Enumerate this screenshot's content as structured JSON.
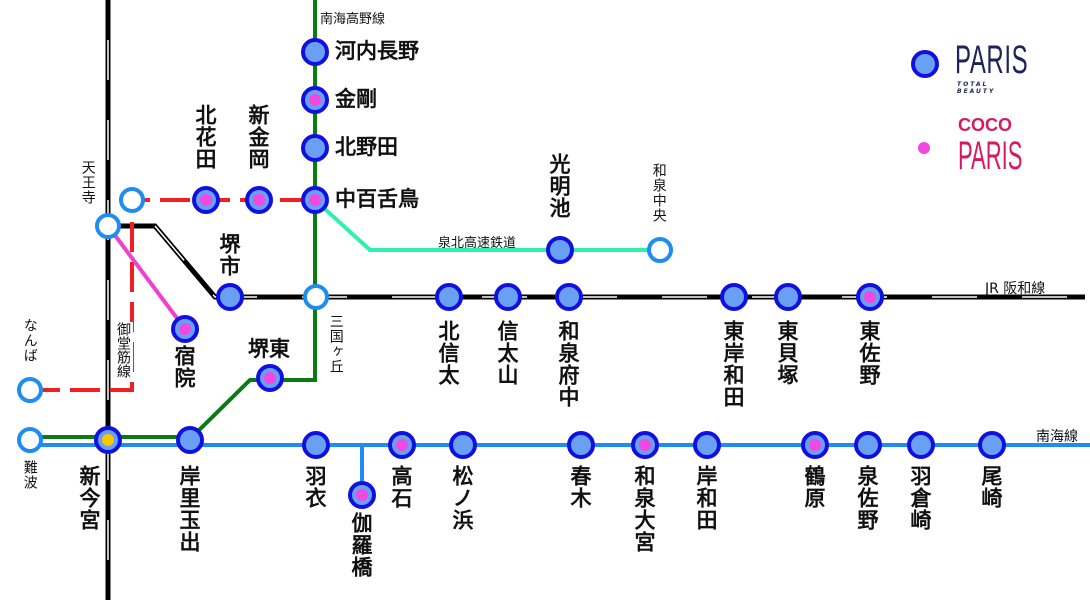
{
  "legend": {
    "paris_logo": "PARIS",
    "paris_sub": "TOTAL BEAUTY",
    "coco_logo": "COCO",
    "coco_paris_logo": "PARIS"
  },
  "line_labels": {
    "nankai_koya": "南海高野線",
    "semboku": "泉北高速鉄道",
    "jr_hanwa": "JR 阪和線",
    "nankai_main": "南海線",
    "midosuji": "御堂筋線"
  },
  "colors": {
    "nankai_koya": "#0a7a12",
    "semboku": "#2ef0b0",
    "jr": "#000000",
    "midosuji": "#f02020",
    "hankai": "#f040d0",
    "nankai_main": "#1e8cf0",
    "paris_store": "#6aa0f4",
    "coco_store": "#f048e0"
  },
  "stations": [
    {
      "id": "kawachinagano",
      "name": "河内長野",
      "type": "paris"
    },
    {
      "id": "kongo",
      "name": "金剛",
      "type": "coco"
    },
    {
      "id": "kitanoda",
      "name": "北野田",
      "type": "paris"
    },
    {
      "id": "nakamozu",
      "name": "中百舌鳥",
      "type": "coco"
    },
    {
      "id": "kitahanada",
      "name": "北花田",
      "type": "coco"
    },
    {
      "id": "shinkanaoka",
      "name": "新金岡",
      "type": "coco"
    },
    {
      "id": "tennoji",
      "name": "天王寺",
      "type": "open"
    },
    {
      "id": "tennoji_m",
      "name": "",
      "type": "open"
    },
    {
      "id": "komyoike",
      "name": "光明池",
      "type": "paris"
    },
    {
      "id": "izumichuo",
      "name": "和泉中央",
      "type": "open"
    },
    {
      "id": "sakaishi",
      "name": "堺市",
      "type": "paris"
    },
    {
      "id": "mikunigaoka",
      "name": "三国ヶ丘",
      "type": "open"
    },
    {
      "id": "kitashinoda",
      "name": "北信太",
      "type": "paris"
    },
    {
      "id": "shinodayama",
      "name": "信太山",
      "type": "paris"
    },
    {
      "id": "izumifuchu",
      "name": "和泉府中",
      "type": "paris"
    },
    {
      "id": "higashikishiwada",
      "name": "東岸和田",
      "type": "paris"
    },
    {
      "id": "higashikaizuka",
      "name": "東貝塚",
      "type": "paris"
    },
    {
      "id": "higashisano",
      "name": "東佐野",
      "type": "coco"
    },
    {
      "id": "shukuin",
      "name": "宿院",
      "type": "coco"
    },
    {
      "id": "sakaihigashi",
      "name": "堺東",
      "type": "coco"
    },
    {
      "id": "namba_m",
      "name": "なんば",
      "type": "open"
    },
    {
      "id": "namba",
      "name": "難波",
      "type": "open"
    },
    {
      "id": "shinimamiya",
      "name": "新今宮",
      "type": "shared"
    },
    {
      "id": "kishinosatotamade",
      "name": "岸里玉出",
      "type": "paris"
    },
    {
      "id": "hagoromo",
      "name": "羽衣",
      "type": "paris"
    },
    {
      "id": "kyarabashi",
      "name": "伽羅橋",
      "type": "coco"
    },
    {
      "id": "takaishi",
      "name": "高石",
      "type": "coco"
    },
    {
      "id": "matsunohama",
      "name": "松ノ浜",
      "type": "paris"
    },
    {
      "id": "haruki",
      "name": "春木",
      "type": "paris"
    },
    {
      "id": "izumiomiya",
      "name": "和泉大宮",
      "type": "coco"
    },
    {
      "id": "kishiwada",
      "name": "岸和田",
      "type": "paris"
    },
    {
      "id": "tsuruhara",
      "name": "鶴原",
      "type": "coco"
    },
    {
      "id": "izumisano",
      "name": "泉佐野",
      "type": "paris"
    },
    {
      "id": "hagurazaki",
      "name": "羽倉崎",
      "type": "paris"
    },
    {
      "id": "ozaki",
      "name": "尾崎",
      "type": "paris"
    }
  ]
}
